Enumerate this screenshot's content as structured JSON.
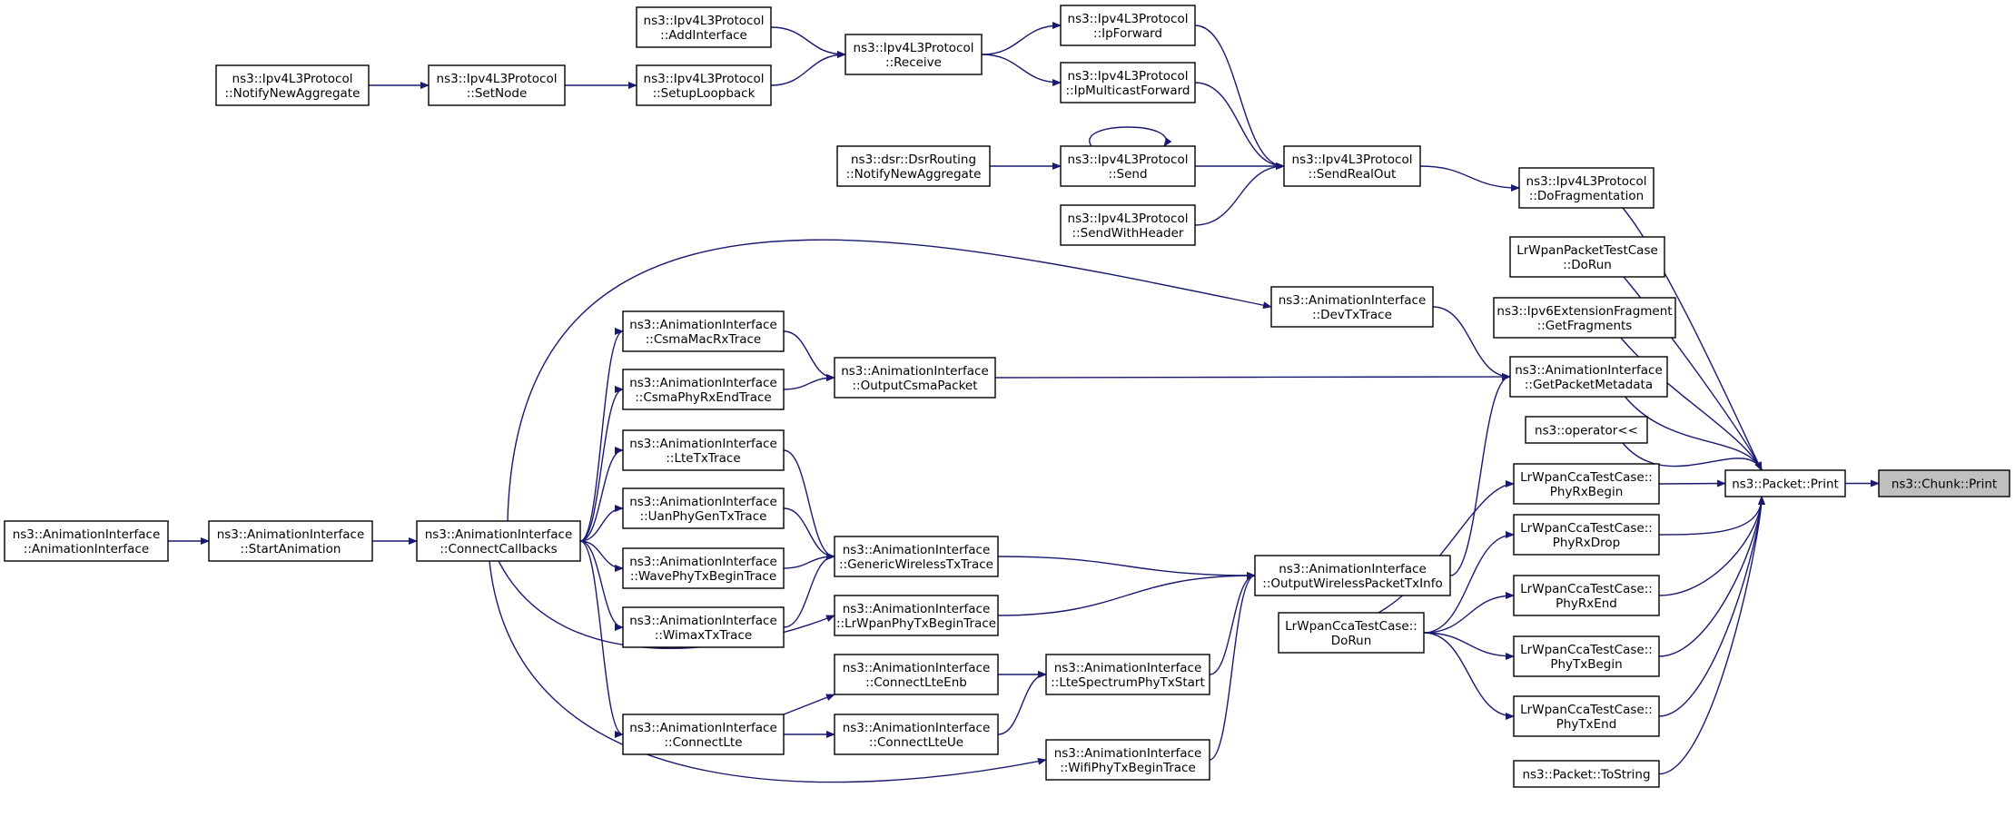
{
  "colors": {
    "edge": "#191970",
    "root_fill": "#bfbfbf",
    "node_fill": "#ffffff",
    "node_border": "#000000"
  },
  "nodes": {
    "chunk_print": [
      "ns3::Chunk::Print"
    ],
    "packet_print": [
      "ns3::Packet::Print"
    ],
    "packet_tostring": [
      "ns3::Packet::ToString"
    ],
    "phytxend": [
      "LrWpanCcaTestCase::",
      "PhyTxEnd"
    ],
    "phytxbegin": [
      "LrWpanCcaTestCase::",
      "PhyTxBegin"
    ],
    "phyrxend": [
      "LrWpanCcaTestCase::",
      "PhyRxEnd"
    ],
    "phyrxdrop": [
      "LrWpanCcaTestCase::",
      "PhyRxDrop"
    ],
    "phyrxbegin": [
      "LrWpanCcaTestCase::",
      "PhyRxBegin"
    ],
    "operator_out": [
      "ns3::operator<<"
    ],
    "getpacketmetadata": [
      "ns3::AnimationInterface",
      "::GetPacketMetadata"
    ],
    "ipv6ext_getfragments": [
      "ns3::Ipv6ExtensionFragment",
      "::GetFragments"
    ],
    "lrwpan_packet_dorun": [
      "LrWpanPacketTestCase",
      "::DoRun"
    ],
    "dofragmentation": [
      "ns3::Ipv4L3Protocol",
      "::DoFragmentation"
    ],
    "sendrealout": [
      "ns3::Ipv4L3Protocol",
      "::SendRealOut"
    ],
    "ipforward": [
      "ns3::Ipv4L3Protocol",
      "::IpForward"
    ],
    "ipmulticastforward": [
      "ns3::Ipv4L3Protocol",
      "::IpMulticastForward"
    ],
    "send": [
      "ns3::Ipv4L3Protocol",
      "::Send"
    ],
    "sendwithheader": [
      "ns3::Ipv4L3Protocol",
      "::SendWithHeader"
    ],
    "receive": [
      "ns3::Ipv4L3Protocol",
      "::Receive"
    ],
    "addinterface": [
      "ns3::Ipv4L3Protocol",
      "::AddInterface"
    ],
    "setuploopback": [
      "ns3::Ipv4L3Protocol",
      "::SetupLoopback"
    ],
    "setnode": [
      "ns3::Ipv4L3Protocol",
      "::SetNode"
    ],
    "notifynewaggregate_ipv4": [
      "ns3::Ipv4L3Protocol",
      "::NotifyNewAggregate"
    ],
    "dsr_notifynewaggregate": [
      "ns3::dsr::DsrRouting",
      "::NotifyNewAggregate"
    ],
    "devtxtrace": [
      "ns3::AnimationInterface",
      "::DevTxTrace"
    ],
    "outputcsmapacket": [
      "ns3::AnimationInterface",
      "::OutputCsmaPacket"
    ],
    "outputwirelesspackettxinfo": [
      "ns3::AnimationInterface",
      "::OutputWirelessPacketTxInfo"
    ],
    "cca_dorun": [
      "LrWpanCcaTestCase::",
      "DoRun"
    ],
    "genericwirelesstxtrace": [
      "ns3::AnimationInterface",
      "::GenericWirelessTxTrace"
    ],
    "lrwpanphytxbegintrace": [
      "ns3::AnimationInterface",
      "::LrWpanPhyTxBeginTrace"
    ],
    "ltespectrumphytxstart": [
      "ns3::AnimationInterface",
      "::LteSpectrumPhyTxStart"
    ],
    "wifiphytxbegintrace": [
      "ns3::AnimationInterface",
      "::WifiPhyTxBeginTrace"
    ],
    "connectlteenb": [
      "ns3::AnimationInterface",
      "::ConnectLteEnb"
    ],
    "connectlteue": [
      "ns3::AnimationInterface",
      "::ConnectLteUe"
    ],
    "csmamacrxtrace": [
      "ns3::AnimationInterface",
      "::CsmaMacRxTrace"
    ],
    "csmaphyrxendtrace": [
      "ns3::AnimationInterface",
      "::CsmaPhyRxEndTrace"
    ],
    "ltetxtrace": [
      "ns3::AnimationInterface",
      "::LteTxTrace"
    ],
    "uanphygentxtrace": [
      "ns3::AnimationInterface",
      "::UanPhyGenTxTrace"
    ],
    "wavephytxbegintrace": [
      "ns3::AnimationInterface",
      "::WavePhyTxBeginTrace"
    ],
    "wimaxtxtrace": [
      "ns3::AnimationInterface",
      "::WimaxTxTrace"
    ],
    "connectlte": [
      "ns3::AnimationInterface",
      "::ConnectLte"
    ],
    "connectcallbacks": [
      "ns3::AnimationInterface",
      "::ConnectCallbacks"
    ],
    "startanimation": [
      "ns3::AnimationInterface",
      "::StartAnimation"
    ],
    "animationinterface_ctor": [
      "ns3::AnimationInterface",
      "::AnimationInterface"
    ]
  }
}
